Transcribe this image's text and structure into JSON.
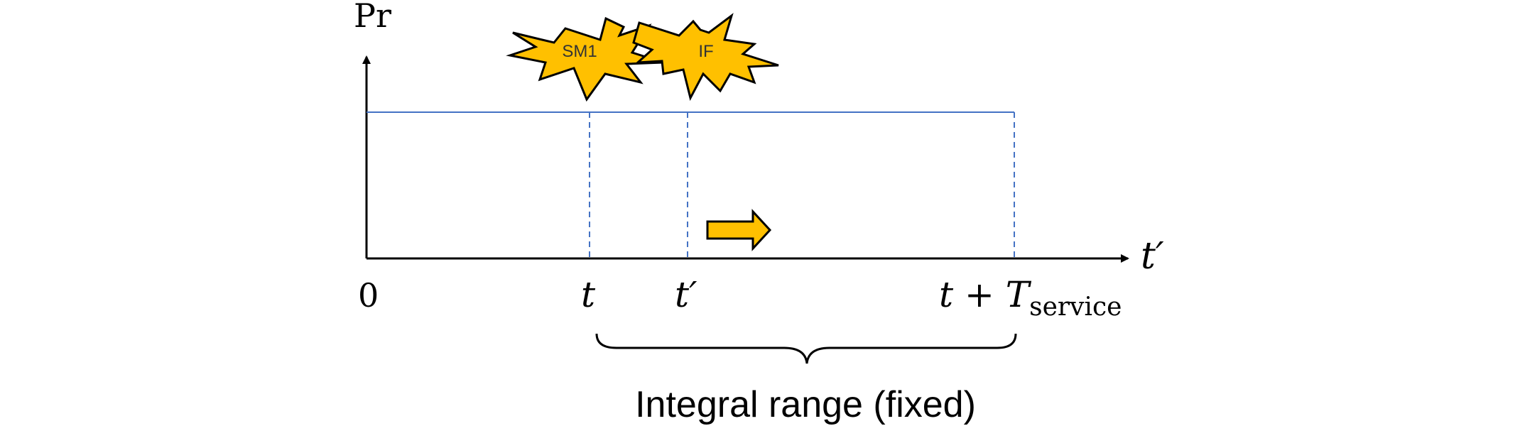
{
  "axes": {
    "y_label": "Pr",
    "x_label": "t′",
    "origin_label": "0"
  },
  "ticks": {
    "t": "t",
    "t_prime": "t′",
    "t_end_main": "t + T",
    "t_end_sub": "service"
  },
  "events": [
    {
      "label": "SM1"
    },
    {
      "label": "IF"
    }
  ],
  "brace_caption": "Integral range (fixed)",
  "colors": {
    "probability_line": "#4472C4",
    "guide_lines": "#4472C4",
    "burst_fill": "#FFC000",
    "arrow_fill": "#FFC000",
    "outline": "#000000"
  }
}
